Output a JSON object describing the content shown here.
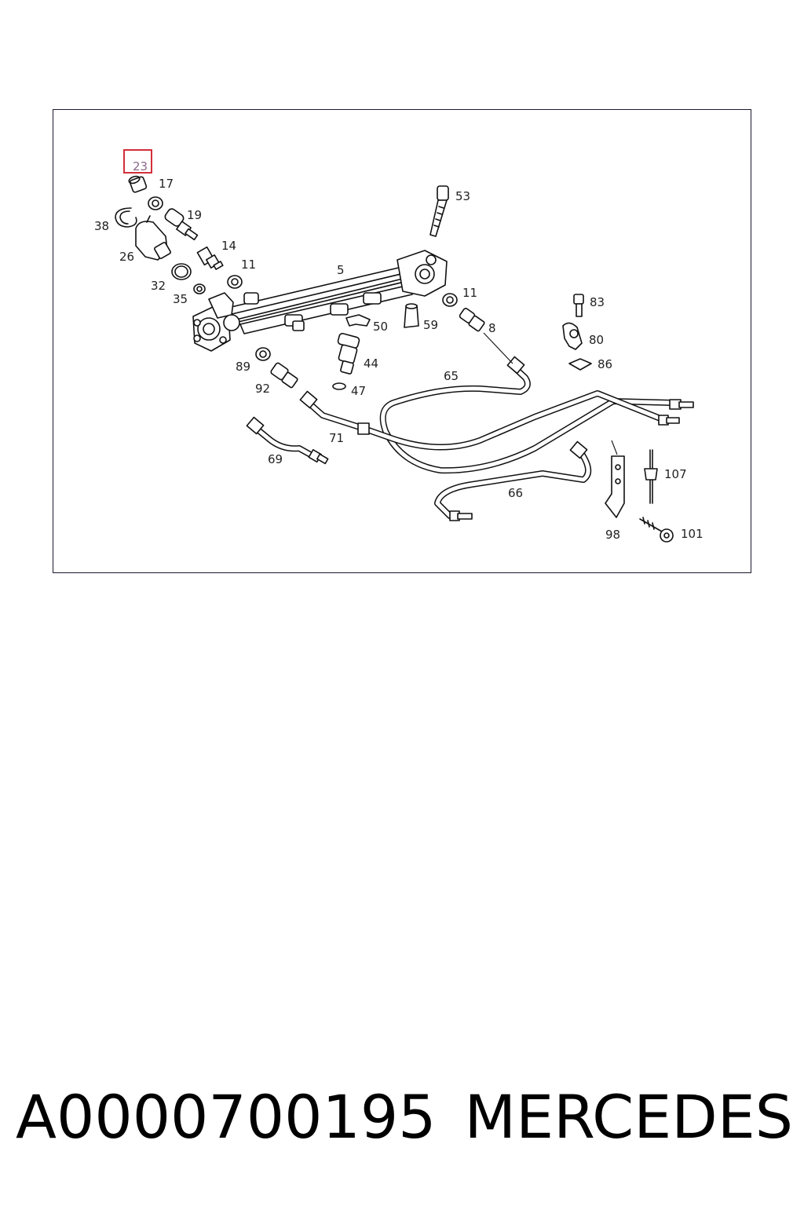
{
  "highlight": {
    "callout": "23",
    "color": "#d32f3a"
  },
  "callouts": {
    "c23": "23",
    "c17": "17",
    "c19": "19",
    "c38": "38",
    "c26": "26",
    "c14": "14",
    "c11a": "11",
    "c32": "32",
    "c35": "35",
    "c5": "5",
    "c53": "53",
    "c11b": "11",
    "c8": "8",
    "c59": "59",
    "c50": "50",
    "c44": "44",
    "c47": "47",
    "c89": "89",
    "c92": "92",
    "c65": "65",
    "c71": "71",
    "c69": "69",
    "c66": "66",
    "c83": "83",
    "c80": "80",
    "c86": "86",
    "c107": "107",
    "c98": "98",
    "c101": "101"
  },
  "caption": {
    "part_number": "A0000700195",
    "brand": "MERCEDES"
  }
}
